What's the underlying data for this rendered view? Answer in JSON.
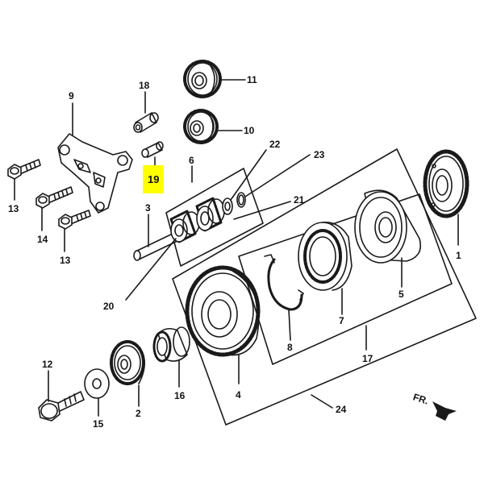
{
  "labels": {
    "p1": "1",
    "p2": "2",
    "p3": "3",
    "p4": "4",
    "p5": "5",
    "p6": "6",
    "p7": "7",
    "p8": "8",
    "p9": "9",
    "p10": "10",
    "p11": "11",
    "p12": "12",
    "p13a": "13",
    "p13b": "13",
    "p14": "14",
    "p15": "15",
    "p16": "16",
    "p17": "17",
    "p18": "18",
    "p19": "19",
    "p20": "20",
    "p21": "21",
    "p22": "22",
    "p23": "23",
    "p24": "24",
    "direction": "FR."
  },
  "colors": {
    "line": "#1a1a1a",
    "highlight": "#ffff00",
    "background": "#ffffff"
  },
  "highlighted_part": "19"
}
